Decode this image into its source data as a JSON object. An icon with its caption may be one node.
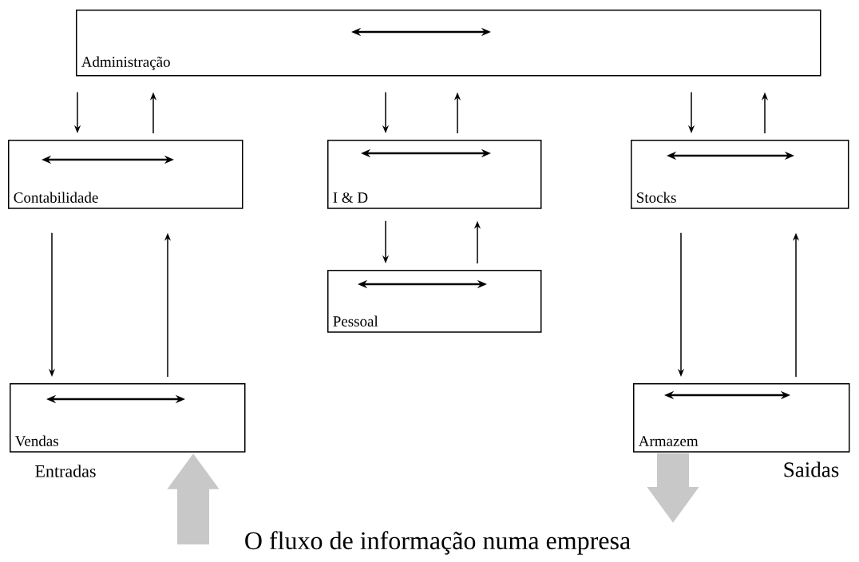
{
  "diagram": {
    "caption": "O fluxo de informação numa empresa",
    "nodes": [
      {
        "text": [
          "Administração"
        ]
      },
      {
        "text": [
          "Contabilidade"
        ]
      },
      {
        "text": [
          "I & D"
        ]
      },
      {
        "text": [
          "Stocks"
        ]
      },
      {
        "text": [
          "Pessoal"
        ]
      },
      {
        "text": [
          "Vendas"
        ]
      },
      {
        "text": [
          "Armazem"
        ]
      }
    ],
    "edges": [
      {
        "from": 0,
        "to": 1,
        "arrow": "to"
      },
      {
        "from": 1,
        "to": 0,
        "arrow": "to"
      },
      {
        "from": 0,
        "to": 2,
        "arrow": "to"
      },
      {
        "from": 2,
        "to": 0,
        "arrow": "to"
      },
      {
        "from": 0,
        "to": 3,
        "arrow": "to"
      },
      {
        "from": 3,
        "to": 0,
        "arrow": "to"
      },
      {
        "from": 1,
        "to": 5,
        "arrow": "to"
      },
      {
        "from": 5,
        "to": 1,
        "arrow": "to"
      },
      {
        "from": 2,
        "to": 4,
        "arrow": "to"
      },
      {
        "from": 4,
        "to": 2,
        "arrow": "to"
      },
      {
        "from": 3,
        "to": 6,
        "arrow": "to"
      },
      {
        "from": 6,
        "to": 3,
        "arrow": "to"
      },
      {
        "from": null,
        "to": 5,
        "arrow": "to",
        "style": "thick",
        "color": "#c8c8c8"
      },
      {
        "from": 6,
        "to": null,
        "arrow": "to",
        "style": "thick",
        "color": "#c8c8c8"
      }
    ],
    "labels": [
      "Entradas",
      "Saidas"
    ]
  }
}
